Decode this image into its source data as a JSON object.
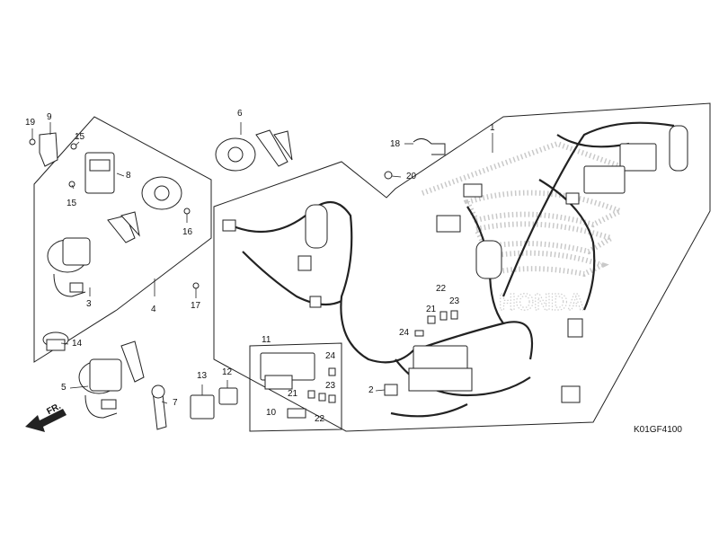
{
  "diagram": {
    "code": "K01GF4100",
    "direction_label": "FR.",
    "watermark": "HONDA",
    "callouts": [
      {
        "id": "c19",
        "label": "19"
      },
      {
        "id": "c9",
        "label": "9"
      },
      {
        "id": "c15a",
        "label": "15"
      },
      {
        "id": "c8",
        "label": "8"
      },
      {
        "id": "c15b",
        "label": "15"
      },
      {
        "id": "c16",
        "label": "16"
      },
      {
        "id": "c17",
        "label": "17"
      },
      {
        "id": "c3",
        "label": "3"
      },
      {
        "id": "c4",
        "label": "4"
      },
      {
        "id": "c14",
        "label": "14"
      },
      {
        "id": "c5",
        "label": "5"
      },
      {
        "id": "c7",
        "label": "7"
      },
      {
        "id": "c13",
        "label": "13"
      },
      {
        "id": "c12",
        "label": "12"
      },
      {
        "id": "c6",
        "label": "6"
      },
      {
        "id": "c18",
        "label": "18"
      },
      {
        "id": "c20",
        "label": "20"
      },
      {
        "id": "c1",
        "label": "1"
      },
      {
        "id": "c22a",
        "label": "22"
      },
      {
        "id": "c21a",
        "label": "21"
      },
      {
        "id": "c23a",
        "label": "23"
      },
      {
        "id": "c24a",
        "label": "24"
      },
      {
        "id": "c2",
        "label": "2"
      },
      {
        "id": "c11",
        "label": "11"
      },
      {
        "id": "c24b",
        "label": "24"
      },
      {
        "id": "c21b",
        "label": "21"
      },
      {
        "id": "c23b",
        "label": "23"
      },
      {
        "id": "c10",
        "label": "10"
      },
      {
        "id": "c22b",
        "label": "22"
      }
    ]
  }
}
